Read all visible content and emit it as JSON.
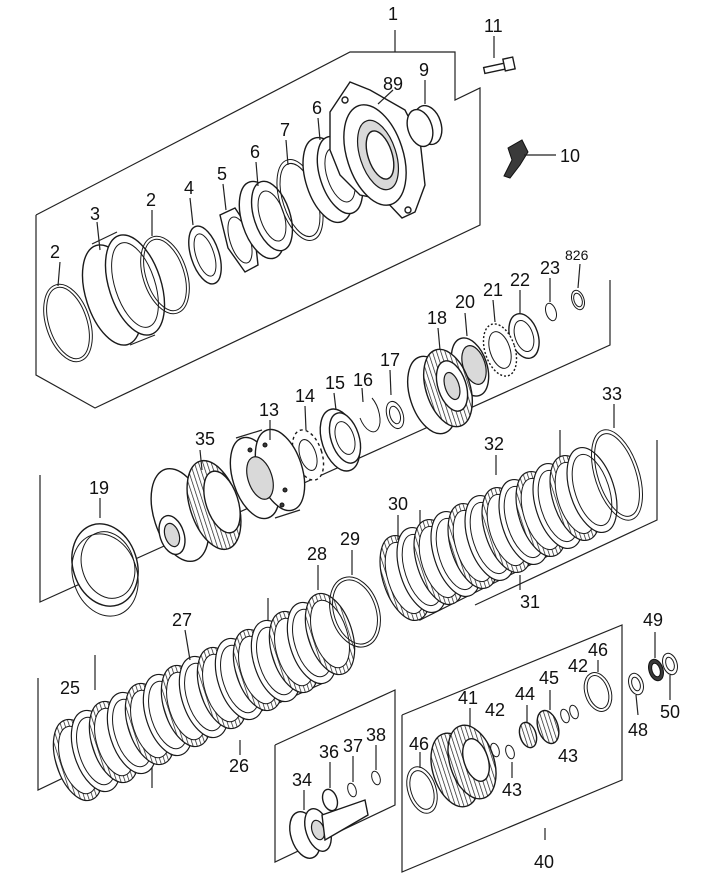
{
  "labels": [
    {
      "id": "1",
      "text": "1"
    },
    {
      "id": "2a",
      "text": "2"
    },
    {
      "id": "2b",
      "text": "2"
    },
    {
      "id": "3",
      "text": "3"
    },
    {
      "id": "4",
      "text": "4"
    },
    {
      "id": "5",
      "text": "5"
    },
    {
      "id": "6a",
      "text": "6"
    },
    {
      "id": "6b",
      "text": "6"
    },
    {
      "id": "7",
      "text": "7"
    },
    {
      "id": "89",
      "text": "89"
    },
    {
      "id": "9",
      "text": "9"
    },
    {
      "id": "10",
      "text": "10"
    },
    {
      "id": "11",
      "text": "11"
    },
    {
      "id": "826",
      "text": "826"
    },
    {
      "id": "13",
      "text": "13"
    },
    {
      "id": "14",
      "text": "14"
    },
    {
      "id": "15",
      "text": "15"
    },
    {
      "id": "16",
      "text": "16"
    },
    {
      "id": "17",
      "text": "17"
    },
    {
      "id": "18",
      "text": "18"
    },
    {
      "id": "19",
      "text": "19"
    },
    {
      "id": "20",
      "text": "20"
    },
    {
      "id": "21",
      "text": "21"
    },
    {
      "id": "22",
      "text": "22"
    },
    {
      "id": "23",
      "text": "23"
    },
    {
      "id": "25",
      "text": "25"
    },
    {
      "id": "26",
      "text": "26"
    },
    {
      "id": "27",
      "text": "27"
    },
    {
      "id": "28",
      "text": "28"
    },
    {
      "id": "29",
      "text": "29"
    },
    {
      "id": "30",
      "text": "30"
    },
    {
      "id": "31",
      "text": "31"
    },
    {
      "id": "32",
      "text": "32"
    },
    {
      "id": "33",
      "text": "33"
    },
    {
      "id": "34",
      "text": "34"
    },
    {
      "id": "35",
      "text": "35"
    },
    {
      "id": "36",
      "text": "36"
    },
    {
      "id": "37",
      "text": "37"
    },
    {
      "id": "38",
      "text": "38"
    },
    {
      "id": "40",
      "text": "40"
    },
    {
      "id": "41",
      "text": "41"
    },
    {
      "id": "42a",
      "text": "42"
    },
    {
      "id": "42b",
      "text": "42"
    },
    {
      "id": "43a",
      "text": "43"
    },
    {
      "id": "43b",
      "text": "43"
    },
    {
      "id": "44",
      "text": "44"
    },
    {
      "id": "45",
      "text": "45"
    },
    {
      "id": "46a",
      "text": "46"
    },
    {
      "id": "46b",
      "text": "46"
    },
    {
      "id": "48",
      "text": "48"
    },
    {
      "id": "49",
      "text": "49"
    },
    {
      "id": "50",
      "text": "50"
    }
  ]
}
